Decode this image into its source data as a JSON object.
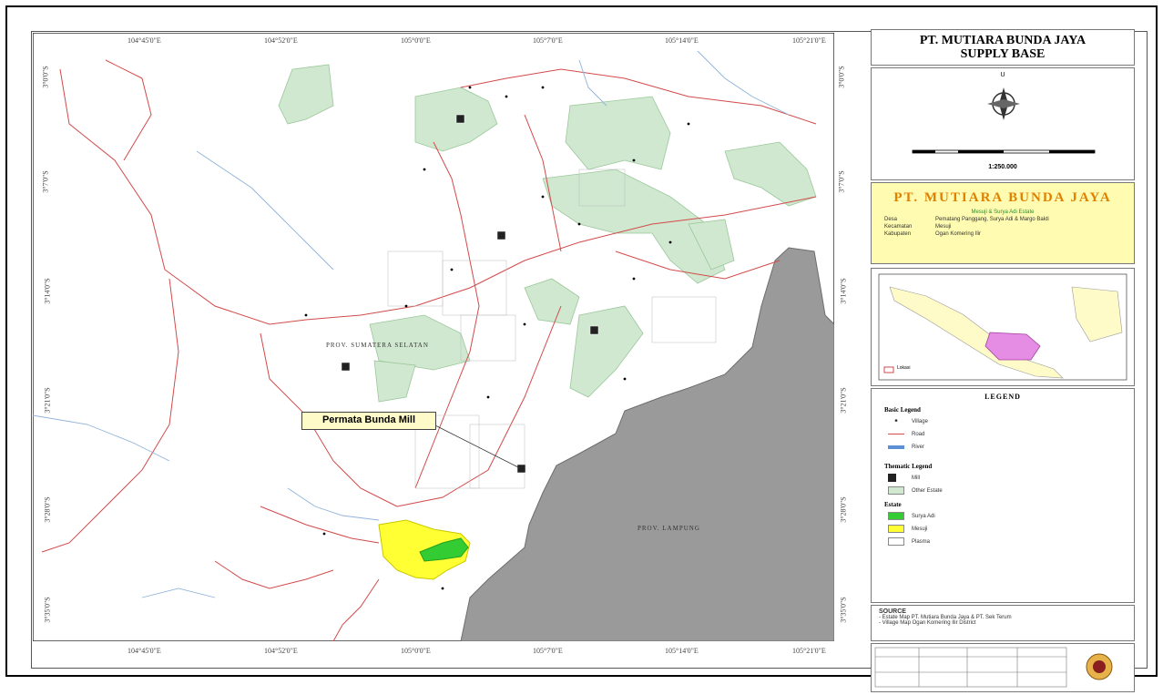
{
  "map": {
    "callout_label": "Permata Bunda Mill",
    "province_labels": [
      "PROV. SUMATERA SELATAN",
      "PROV. LAMPUNG"
    ],
    "top_ticks": [
      "104°45'0\"E",
      "104°52'0\"E",
      "105°0'0\"E",
      "105°7'0\"E",
      "105°14'0\"E",
      "105°21'0\"E"
    ],
    "bottom_ticks": [
      "104°45'0\"E",
      "104°52'0\"E",
      "105°0'0\"E",
      "105°7'0\"E",
      "105°14'0\"E",
      "105°21'0\"E"
    ],
    "left_ticks": [
      "3°0'0\"S",
      "3°7'0\"S",
      "3°14'0\"S",
      "3°21'0\"S",
      "3°28'0\"S",
      "3°35'0\"S"
    ],
    "right_ticks": [
      "3°0'0\"S",
      "3°7'0\"S",
      "3°14'0\"S",
      "3°21'0\"S",
      "3°28'0\"S",
      "3°35'0\"S"
    ]
  },
  "panel": {
    "title_line1": "PT. MUTIARA BUNDA JAYA",
    "title_line2": "SUPPLY BASE",
    "north_label": "U",
    "scale_text": "1:250.000",
    "company_name": "PT. MUTIARA BUNDA JAYA",
    "company_sub": "Mesuji & Surya Adi Estate",
    "company_rows": [
      {
        "k": "Desa",
        "v": "Pematang Panggang, Surya Adi & Margo Bakti"
      },
      {
        "k": "Kecamatan",
        "v": "Mesuji"
      },
      {
        "k": "Kabupaten",
        "v": "Ogan Komering Ilir"
      }
    ],
    "inset_label": "Lokasi",
    "legend_title": "LEGEND",
    "basic_legend_title": "Basic Legend",
    "basic_items": [
      "Village",
      "Road",
      "River"
    ],
    "thematic_legend_title": "Thematic Legend",
    "thematic_items": [
      "Mill",
      "Other Estate"
    ],
    "estate_title": "Estate",
    "estate_items": [
      "Surya Adi",
      "Mesuji",
      "Plasma"
    ],
    "source_title": "SOURCE",
    "source_items": [
      "- Estate Map PT. Mutiara Bunda Jaya & PT. Sek Terum",
      "- Village Map Ogan Komering Ilir District"
    ],
    "colors": {
      "estate_green": "#cfe8cf",
      "surya_adi": "#33cc33",
      "mesuji": "#ffff33",
      "water": "#9a9a9a",
      "road": "#d24a4a",
      "river": "#8fb3d9",
      "company_bg": "#fffbb0",
      "inset_highlight": "#e58ce5"
    }
  }
}
